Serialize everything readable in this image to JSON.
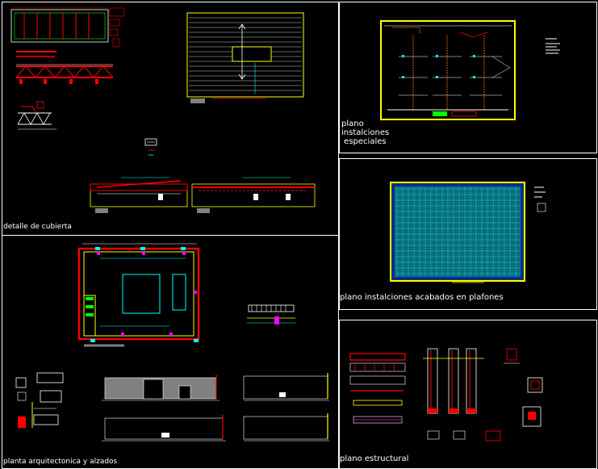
{
  "sheets": {
    "cubierta": {
      "label": "detalle de cubierta"
    },
    "especiales": {
      "label": "plano\ninstalciones\n especiales"
    },
    "plafones": {
      "label": "plano instalciones acabados en plafones"
    },
    "arquitectonica": {
      "label": "planta arquitectonica y alzados"
    },
    "estructural": {
      "label": "plano estructural"
    }
  },
  "colors": {
    "background": "#000000",
    "frame": "#ffffff",
    "yellow": "#ffff00",
    "red": "#ff0000",
    "cyan": "#00ffff",
    "green": "#00ff00",
    "blue": "#0000ff",
    "magenta": "#ff00ff",
    "grey": "#808080"
  }
}
